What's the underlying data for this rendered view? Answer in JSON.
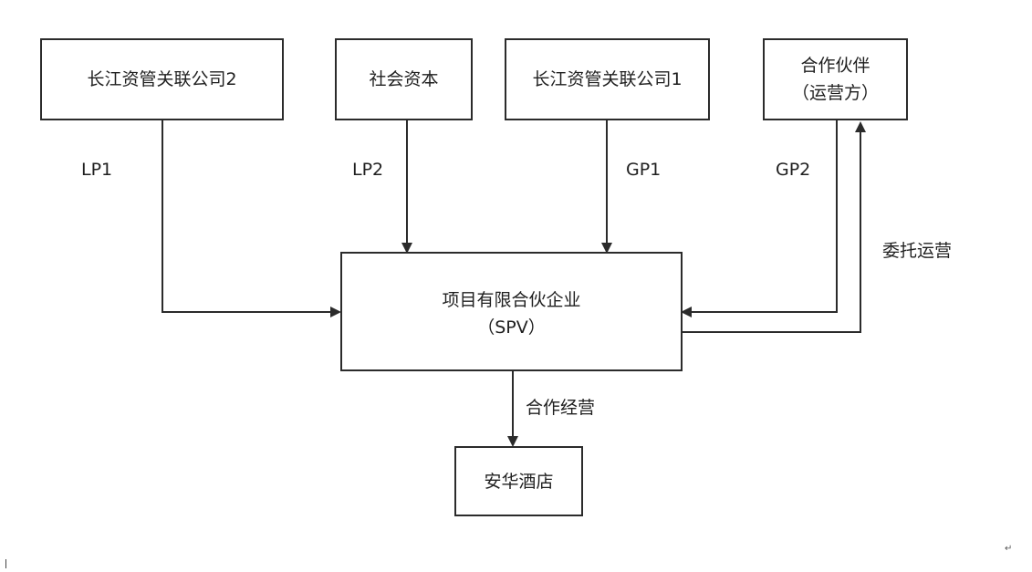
{
  "diagram": {
    "nodes": {
      "changjiang_2": {
        "label": "长江资管关联公司2"
      },
      "social_capital": {
        "label": "社会资本"
      },
      "changjiang_1": {
        "label": "长江资管关联公司1"
      },
      "partner": {
        "line1": "合作伙伴",
        "line2": "（运营方）"
      },
      "spv": {
        "line1": "项目有限合伙企业",
        "line2": "（SPV）"
      },
      "hotel": {
        "label": "安华酒店"
      }
    },
    "edges": {
      "lp1": {
        "label": "LP1",
        "from": "长江资管关联公司2",
        "to": "项目有限合伙企业"
      },
      "lp2": {
        "label": "LP2",
        "from": "社会资本",
        "to": "项目有限合伙企业"
      },
      "gp1": {
        "label": "GP1",
        "from": "长江资管关联公司1",
        "to": "项目有限合伙企业"
      },
      "gp2": {
        "label": "GP2",
        "from": "合作伙伴",
        "to": "项目有限合伙企业"
      },
      "entrust": {
        "label": "委托运营",
        "from": "项目有限合伙企业",
        "to": "合作伙伴"
      },
      "cooperate": {
        "label": "合作经营",
        "from": "项目有限合伙企业",
        "to": "安华酒店"
      }
    },
    "colors": {
      "line": "#2b2b2b",
      "box_border": "#2b2b2b"
    },
    "paragraph_mark": "↵"
  }
}
